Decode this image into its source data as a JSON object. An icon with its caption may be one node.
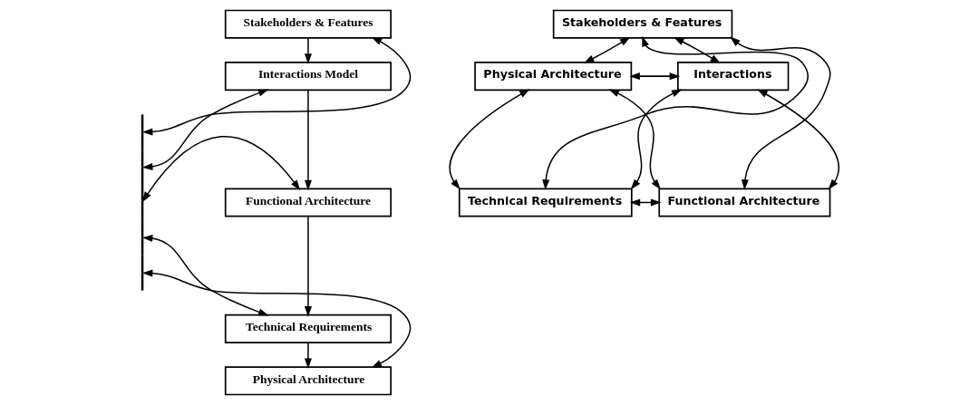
{
  "diagram": {
    "nodes": [
      {
        "text": [
          "Stakeholders & Features"
        ]
      },
      {
        "text": [
          "Interactions Model"
        ]
      },
      {
        "text": [
          "Functional Architecture"
        ]
      },
      {
        "text": [
          "Technical Requirements"
        ]
      },
      {
        "text": [
          "Physical Architecture"
        ]
      },
      {
        "text": [],
        "shape": "bar"
      },
      {
        "text": [
          "Stakeholders & Features"
        ]
      },
      {
        "text": [
          "Physical Architecture"
        ]
      },
      {
        "text": [
          "Interactions"
        ]
      },
      {
        "text": [
          "Technical Requirements"
        ]
      },
      {
        "text": [
          "Functional Architecture"
        ]
      }
    ],
    "edges": [
      {
        "from": 0,
        "to": 1,
        "arrow": "to"
      },
      {
        "from": 1,
        "to": 2,
        "arrow": "to"
      },
      {
        "from": 2,
        "to": 3,
        "arrow": "to"
      },
      {
        "from": 3,
        "to": 4,
        "arrow": "to"
      },
      {
        "from": 5,
        "to": 0,
        "arrow": "both"
      },
      {
        "from": 5,
        "to": 1,
        "arrow": "both"
      },
      {
        "from": 5,
        "to": 2,
        "arrow": "both"
      },
      {
        "from": 5,
        "to": 3,
        "arrow": "both"
      },
      {
        "from": 5,
        "to": 4,
        "arrow": "both"
      },
      {
        "from": 6,
        "to": 7,
        "arrow": "both"
      },
      {
        "from": 6,
        "to": 8,
        "arrow": "both"
      },
      {
        "from": 7,
        "to": 9,
        "arrow": "both"
      },
      {
        "from": 8,
        "to": 10,
        "arrow": "both"
      },
      {
        "from": 9,
        "to": 10,
        "arrow": "both"
      },
      {
        "from": 7,
        "to": 8,
        "arrow": "both"
      },
      {
        "from": 6,
        "to": 9,
        "arrow": "both"
      },
      {
        "from": 6,
        "to": 10,
        "arrow": "both"
      },
      {
        "from": 7,
        "to": 10,
        "arrow": "both"
      },
      {
        "from": 8,
        "to": 9,
        "arrow": "both"
      }
    ]
  }
}
